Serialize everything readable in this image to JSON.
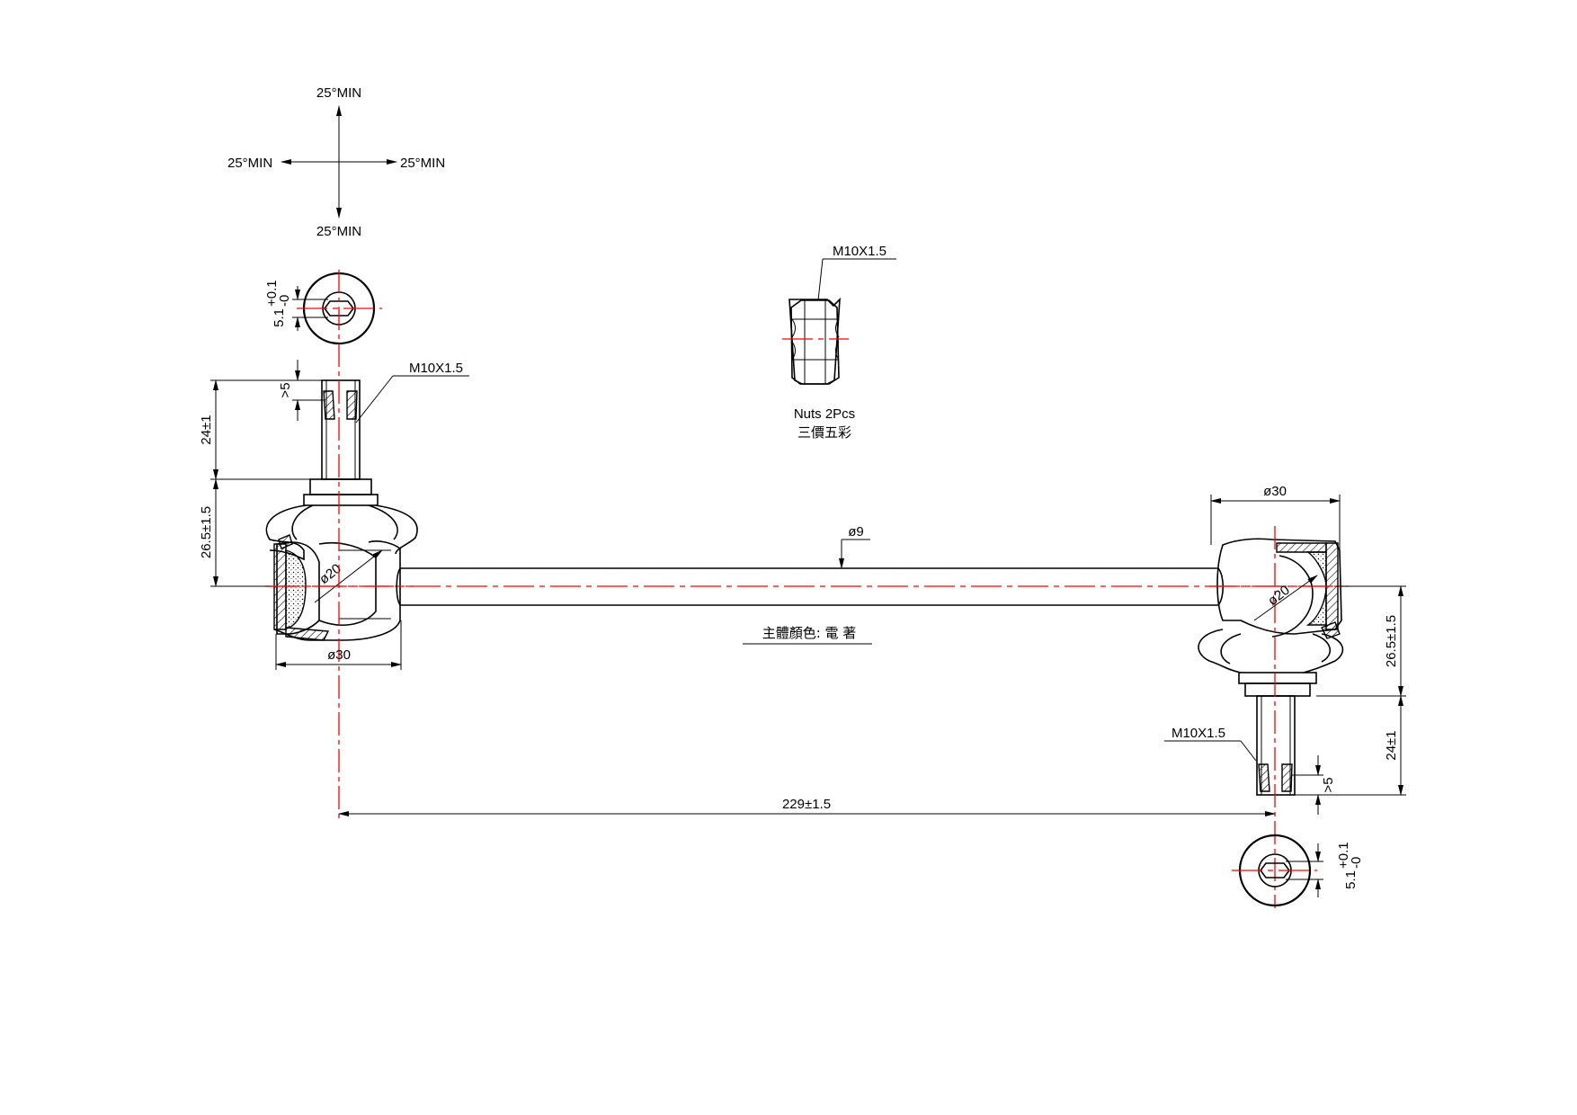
{
  "angles": {
    "up": "25°MIN",
    "left": "25°MIN",
    "right": "25°MIN",
    "down": "25°MIN"
  },
  "nut": {
    "thread": "M10X1.5",
    "line1": "Nuts  2Pcs",
    "line2": "三價五彩"
  },
  "left_end": {
    "hex_dim": "5.1",
    "hex_tol_upper": "+0.1",
    "hex_tol_lower": "-0",
    "hex_depth": ">5",
    "thread": "M10X1.5",
    "stud_length": "24±1",
    "ball_height": "26.5±1.5",
    "ball_dia": "ø20",
    "housing_dia": "ø30"
  },
  "right_end": {
    "hex_dim": "5.1",
    "hex_tol_upper": "+0.1",
    "hex_tol_lower": "-0",
    "hex_depth": ">5",
    "thread": "M10X1.5",
    "stud_length": "24±1",
    "ball_height": "26.5±1.5",
    "ball_dia": "ø20",
    "housing_dia": "ø30"
  },
  "rod": {
    "dia": "ø9",
    "body_color_note": "主體顏色: 電  著",
    "length": "229±1.5"
  },
  "colors": {
    "line": "#000000",
    "center_line": "#ff0000"
  }
}
